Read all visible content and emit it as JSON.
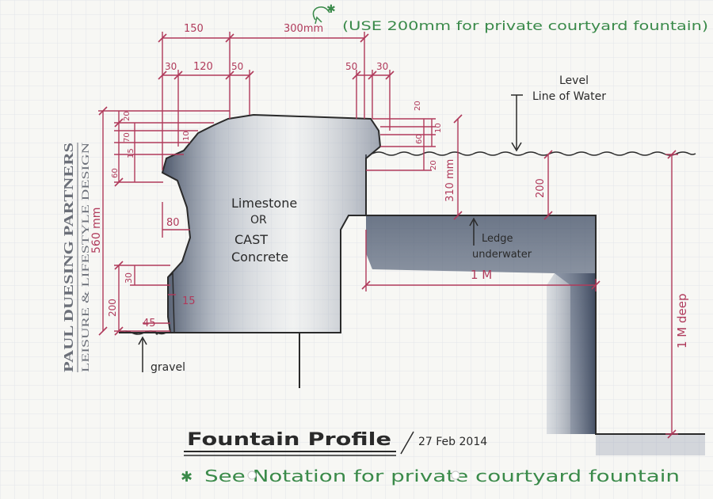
{
  "colors": {
    "paper": "#f7f7f4",
    "grid": "#e3e6ea",
    "ink": "#2a2a2a",
    "dimension": "#b03a5b",
    "note": "#3a8a4a",
    "stone_shade": "#3d4b63"
  },
  "firm": {
    "name": "PAUL DUESING PARTNERS",
    "tagline": "LEISURE & LIFESTYLE DESIGN"
  },
  "drawing": {
    "title": "Fountain Profile",
    "date": "27 Feb 2014",
    "footnote_symbol": "✱",
    "footnote": "See Notation for private courtyard fountain"
  },
  "top_note": {
    "symbol": "✱",
    "text": "(USE 200mm for private courtyard fountain)"
  },
  "labels": {
    "material_1": "Limestone",
    "material_or": "OR",
    "material_2a": "CAST",
    "material_2b": "Concrete",
    "level_1": "Level",
    "level_2": "Line of Water",
    "ledge_1": "Ledge",
    "ledge_2": "underwater",
    "gravel": "gravel",
    "depth": "1 M deep",
    "ledge_width": "1 M"
  },
  "dimensions": {
    "top_150": "150",
    "top_300mm": "300mm",
    "top_30_left": "30",
    "top_120": "120",
    "top_50_left": "50",
    "top_50_right": "50",
    "top_30_right": "30",
    "total_height": "560 mm",
    "left_20": "20",
    "left_10": "10",
    "left_70": "70",
    "left_60": "60",
    "left_15": "15",
    "left_80": "80",
    "left_30": "30",
    "left_200": "200",
    "base_15": "15",
    "base_45": "45",
    "right_20_top": "20",
    "right_60": "60",
    "right_10": "10",
    "right_20_bottom": "20",
    "right_310mm": "310 mm",
    "right_200": "200"
  }
}
